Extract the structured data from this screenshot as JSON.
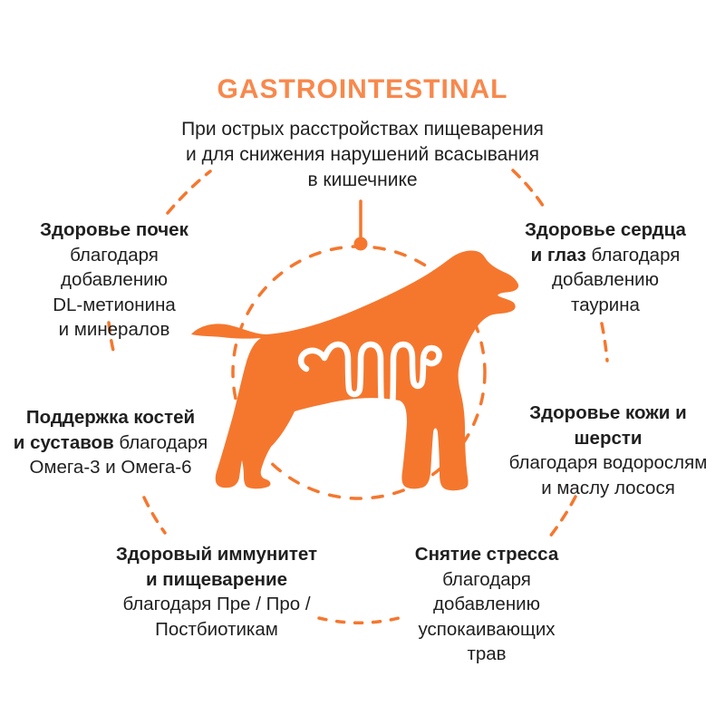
{
  "title": "GASTROINTESTINAL",
  "subtitle": {
    "lines": [
      "При острых расстройствах пищеварения",
      "и для снижения нарушений всасывания",
      "в кишечнике"
    ]
  },
  "colors": {
    "accent_orange": "#f5772e",
    "title_orange": "#f8884c",
    "text_dark": "#1f1f1f",
    "icon_white": "#ffffff"
  },
  "center_graphic": {
    "dog_icon": "dog-silhouette-icon",
    "organ_icon": "intestine-icon"
  },
  "benefits": [
    {
      "position": "top-left",
      "lines": [
        {
          "b": "Здоровье почек",
          "r": ""
        },
        {
          "b": "",
          "r": "благодаря добавлению"
        },
        {
          "b": "",
          "r": "DL-метионина"
        },
        {
          "b": "",
          "r": "и минералов"
        }
      ]
    },
    {
      "position": "top-right",
      "lines": [
        {
          "b": "Здоровье сердца",
          "r": ""
        },
        {
          "b": "и глаз",
          "r": "благодаря"
        },
        {
          "b": "",
          "r": "добавлению"
        },
        {
          "b": "",
          "r": "таурина"
        }
      ]
    },
    {
      "position": "middle-left",
      "lines": [
        {
          "b": "Поддержка костей",
          "r": ""
        },
        {
          "b": "и суставов",
          "r": "благодаря"
        },
        {
          "b": "",
          "r": "Омега-3 и Омега-6"
        }
      ]
    },
    {
      "position": "middle-right",
      "lines": [
        {
          "b": "Здоровье кожи и шерсти",
          "r": ""
        },
        {
          "b": "",
          "r": "благодаря водорослям"
        },
        {
          "b": "",
          "r": "и маслу лосося"
        }
      ]
    },
    {
      "position": "bottom-left",
      "lines": [
        {
          "b": "Здоровый иммунитет",
          "r": ""
        },
        {
          "b": "и пищеварение",
          "r": ""
        },
        {
          "b": "",
          "r": "благодаря Пре / Про /"
        },
        {
          "b": "",
          "r": "Постбиотикам"
        }
      ]
    },
    {
      "position": "bottom-right",
      "lines": [
        {
          "b": "Снятие стресса",
          "r": ""
        },
        {
          "b": "",
          "r": "благодаря добавлению"
        },
        {
          "b": "",
          "r": "успокаивающих"
        },
        {
          "b": "",
          "r": "трав"
        }
      ]
    }
  ]
}
